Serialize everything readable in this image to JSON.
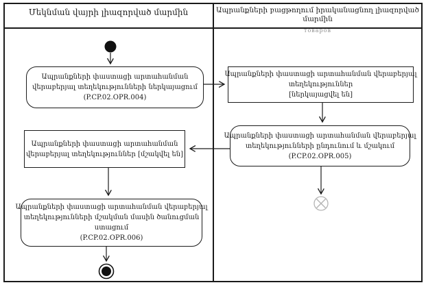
{
  "diagram": {
    "type": "uml-activity-diagram",
    "colors": {
      "line": "#1a1a1a",
      "flow_final": "#b3b3b3",
      "faint_text": "#8f8f8f",
      "background": "#ffffff"
    },
    "lanes": [
      {
        "title": "Մեկնման վայրի լիազորված մարմին"
      },
      {
        "title": "Ապրանքների բացթողում իրականացնող լիազորված մարմին",
        "subtitle": "товаров"
      }
    ],
    "nodes": {
      "start": {
        "type": "initial-node"
      },
      "activity1": {
        "type": "action",
        "lines": [
          "Ապրանքների փաստացի արտահանման",
          "վերաբերյալ տեղեկությունների ներկայացում",
          "(P.CP.02.OPR.004)"
        ]
      },
      "object1": {
        "type": "object-node",
        "lines": [
          "Ապրանքների փաստացի արտահանման վերաբերյալ",
          "տեղեկություններ",
          "[ներկայացվել են]"
        ]
      },
      "activity2": {
        "type": "action",
        "lines": [
          "Ապրանքների փաստացի արտահանման վերաբերյալ",
          "տեղեկությունների ընդունում և մշակում",
          "(P.CP.02.OPR.005)"
        ]
      },
      "object2": {
        "type": "object-node",
        "lines": [
          "Ապրանքների փաստացի արտահանման",
          "վերաբերյալ տեղեկություններ [մշակվել են]"
        ]
      },
      "activity3": {
        "type": "action",
        "lines": [
          "Ապրանքների փաստացի արտահանման վերաբերյալ",
          "տեղեկությունների մշակման մասին ծանուցման",
          "ստացում",
          "(P.CP.02.OPR.006)"
        ]
      },
      "flow_final": {
        "type": "flow-final-node"
      },
      "end": {
        "type": "activity-final-node"
      }
    }
  }
}
